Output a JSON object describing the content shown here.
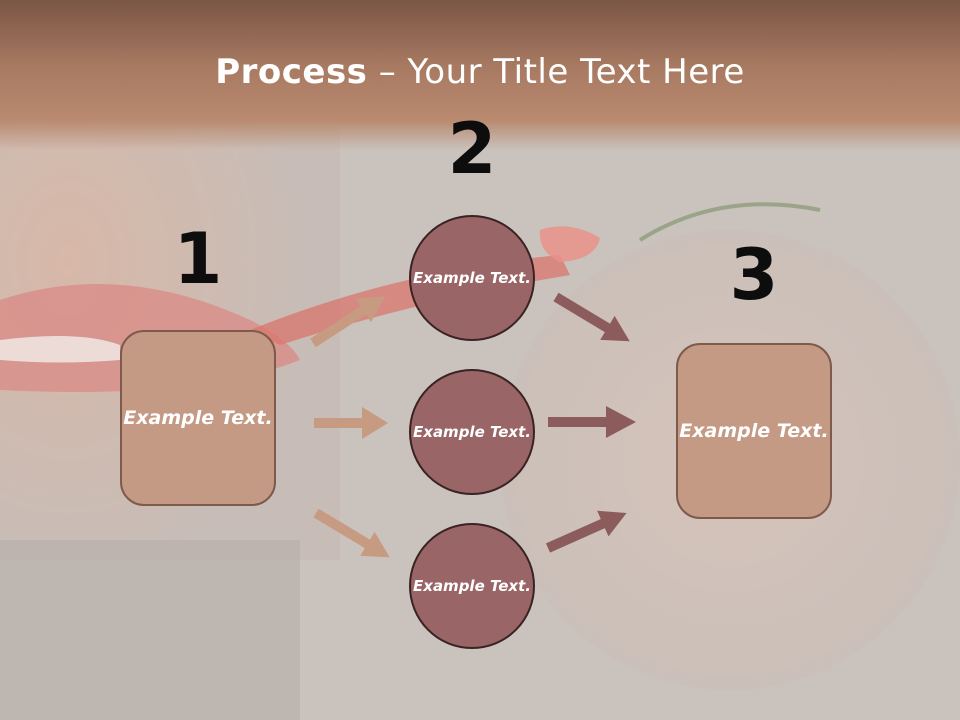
{
  "slide": {
    "title_bold": "Process",
    "title_rest": " – Your Title Text Here"
  },
  "steps": [
    {
      "number": "1"
    },
    {
      "number": "2"
    },
    {
      "number": "3"
    }
  ],
  "boxes": {
    "left": "Example Text.",
    "right": "Example Text."
  },
  "circles": [
    {
      "text": "Example Text."
    },
    {
      "text": "Example Text."
    },
    {
      "text": "Example Text."
    }
  ],
  "colors": {
    "title_bar": "#a87a62",
    "box_fill": "#c49a84",
    "circle_fill": "#9a6566",
    "arrow_left": "#c79a82",
    "arrow_right": "#8c5c5c"
  }
}
